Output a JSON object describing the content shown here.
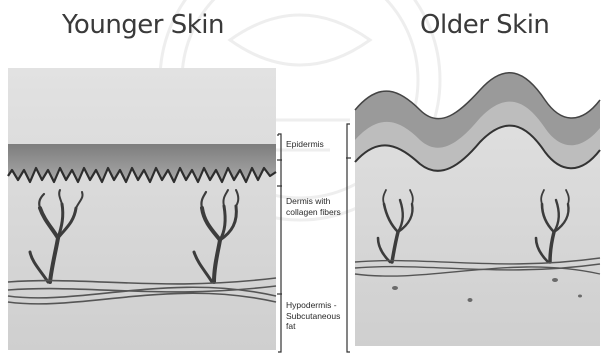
{
  "headings": {
    "younger": "Younger Skin",
    "older": "Older Skin"
  },
  "layers": {
    "epidermis": "Epidermis",
    "dermis": "Dermis with collagen fibers",
    "hypodermis": "Hypodermis - Subcutaneous fat"
  },
  "colors": {
    "background": "#ffffff",
    "panel": "#d4d4d4",
    "epidermis": "#8a8a8a",
    "vessels": "#3c3c3c",
    "text": "#2a2a2a"
  },
  "icons": {
    "crest_watermark": "seal-watermark"
  }
}
